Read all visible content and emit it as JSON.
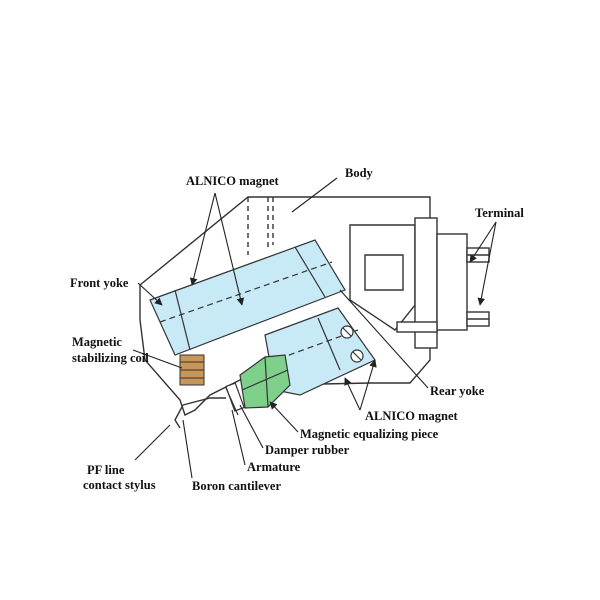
{
  "labels": {
    "alnico_magnet_top": "ALNICO magnet",
    "body": "Body",
    "terminal": "Terminal",
    "front_yoke": "Front yoke",
    "magnetic_stabilizing_coil_1": "Magnetic",
    "magnetic_stabilizing_coil_2": "stabilizing coil",
    "rear_yoke": "Rear yoke",
    "alnico_magnet_bottom": "ALNICO magnet",
    "magnetic_equalizing_piece": "Magnetic equalizing piece",
    "damper_rubber": "Damper rubber",
    "armature": "Armature",
    "pf_line_1": "PF line",
    "pf_line_2": "contact stylus",
    "boron_cantilever": "Boron cantilever"
  },
  "colors": {
    "magnet_fill": "#c8eaf7",
    "equalizer_fill": "#7fd08a",
    "coil_fill": "#c89657",
    "outline": "#333333"
  }
}
